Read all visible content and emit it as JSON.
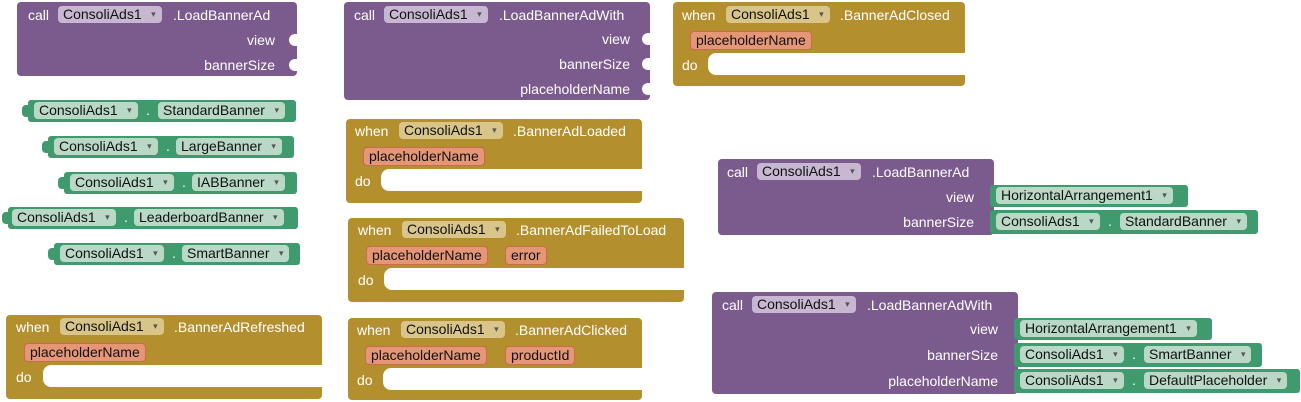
{
  "component": "ConsoliAds1",
  "kw": {
    "call": "call",
    "when": "when",
    "do": "do"
  },
  "methods": {
    "load_banner_ad": ".LoadBannerAd",
    "load_banner_ad_with": ".LoadBannerAdWith"
  },
  "events": {
    "closed": ".BannerAdClosed",
    "loaded": ".BannerAdLoaded",
    "failed": ".BannerAdFailedToLoad",
    "refreshed": ".BannerAdRefreshed",
    "clicked": ".BannerAdClicked"
  },
  "params": {
    "view": "view",
    "banner_size": "bannerSize",
    "placeholder_name": "placeholderName",
    "error": "error",
    "product_id": "productId"
  },
  "banner_sizes": {
    "standard": "StandardBanner",
    "large": "LargeBanner",
    "iab": "IABBanner",
    "leaderboard": "LeaderboardBanner",
    "smart": "SmartBanner"
  },
  "horizontal_arrangement": "HorizontalArrangement1",
  "default_placeholder": "DefaultPlaceholder",
  "dot": ".",
  "colors": {
    "procedure": "#7b5a8e",
    "event": "#b38f2e",
    "property": "#3f9a6e",
    "param": "#e59676"
  }
}
